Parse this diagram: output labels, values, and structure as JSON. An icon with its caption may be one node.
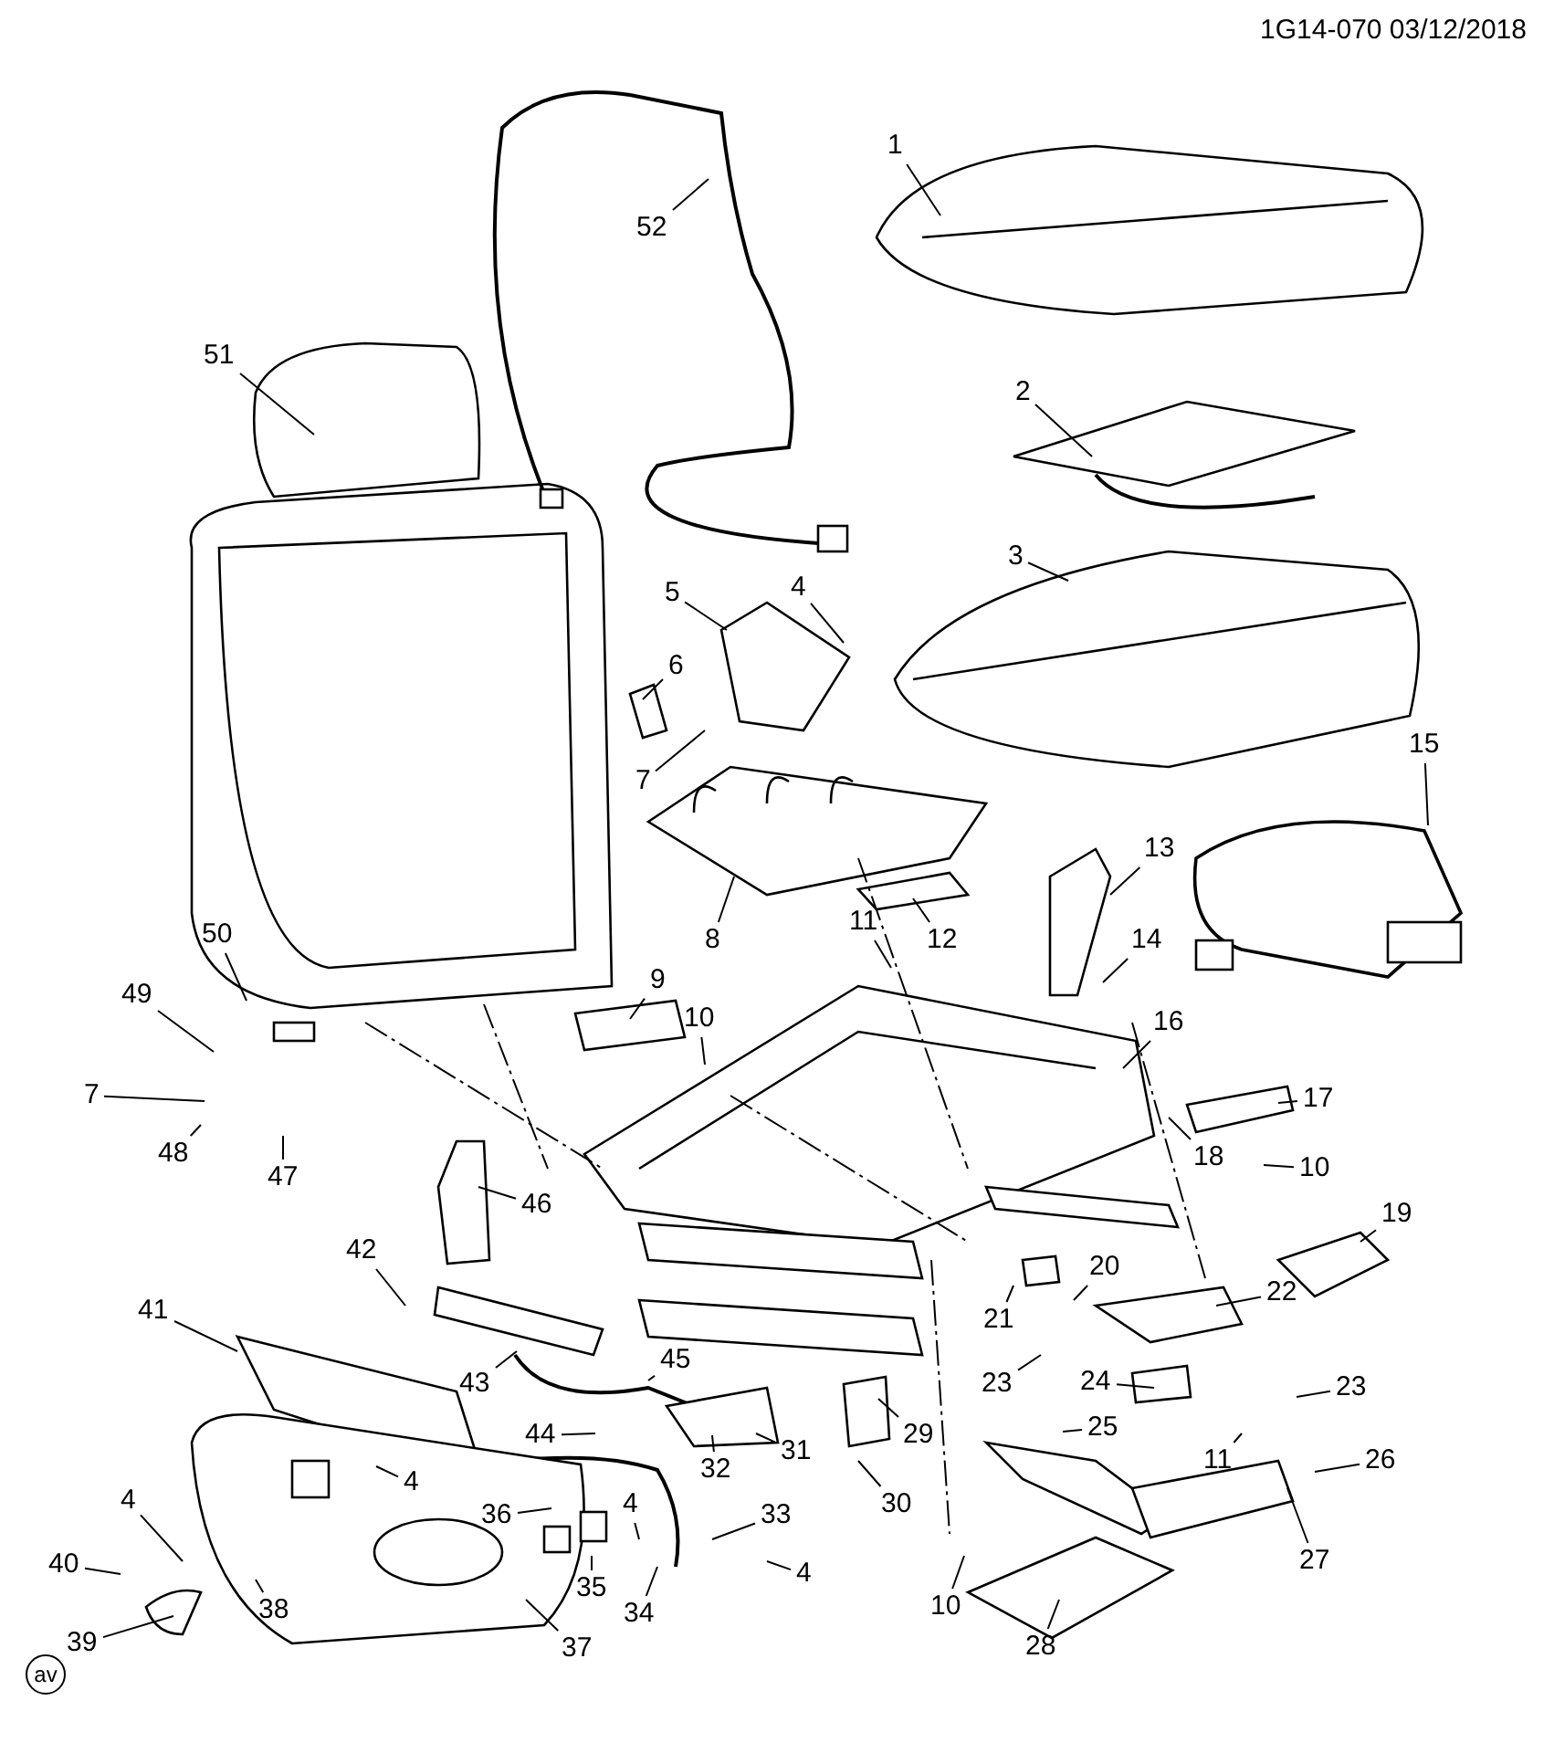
{
  "diagram": {
    "nodes": [
      {
        "text": [
          "1"
        ]
      },
      {
        "text": [
          "52"
        ]
      },
      {
        "text": [
          "51"
        ]
      },
      {
        "text": [
          "2"
        ]
      },
      {
        "text": [
          "4"
        ]
      },
      {
        "text": [
          "3"
        ]
      },
      {
        "text": [
          "5"
        ]
      },
      {
        "text": [
          "6"
        ]
      },
      {
        "text": [
          "15"
        ]
      },
      {
        "text": [
          "7"
        ]
      },
      {
        "text": [
          "13"
        ]
      },
      {
        "text": [
          "11"
        ]
      },
      {
        "text": [
          "8"
        ]
      },
      {
        "text": [
          "12"
        ]
      },
      {
        "text": [
          "50"
        ]
      },
      {
        "text": [
          "14"
        ]
      },
      {
        "text": [
          "9"
        ]
      },
      {
        "text": [
          "49"
        ]
      },
      {
        "text": [
          "10"
        ]
      },
      {
        "text": [
          "16"
        ]
      },
      {
        "text": [
          "7"
        ]
      },
      {
        "text": [
          "17"
        ]
      },
      {
        "text": [
          "18"
        ]
      },
      {
        "text": [
          "48"
        ]
      },
      {
        "text": [
          "10"
        ]
      },
      {
        "text": [
          "47"
        ]
      },
      {
        "text": [
          "46"
        ]
      },
      {
        "text": [
          "19"
        ]
      },
      {
        "text": [
          "42"
        ]
      },
      {
        "text": [
          "20"
        ]
      },
      {
        "text": [
          "22"
        ]
      },
      {
        "text": [
          "41"
        ]
      },
      {
        "text": [
          "21"
        ]
      },
      {
        "text": [
          "45"
        ]
      },
      {
        "text": [
          "43"
        ]
      },
      {
        "text": [
          "23"
        ]
      },
      {
        "text": [
          "24"
        ]
      },
      {
        "text": [
          "23"
        ]
      },
      {
        "text": [
          "29"
        ]
      },
      {
        "text": [
          "25"
        ]
      },
      {
        "text": [
          "44"
        ]
      },
      {
        "text": [
          "31"
        ]
      },
      {
        "text": [
          "26"
        ]
      },
      {
        "text": [
          "11"
        ]
      },
      {
        "text": [
          "32"
        ]
      },
      {
        "text": [
          "4"
        ]
      },
      {
        "text": [
          "4"
        ]
      },
      {
        "text": [
          "4"
        ]
      },
      {
        "text": [
          "30"
        ]
      },
      {
        "text": [
          "33"
        ]
      },
      {
        "text": [
          "36"
        ]
      },
      {
        "text": [
          "27"
        ]
      },
      {
        "text": [
          "40"
        ]
      },
      {
        "text": [
          "4"
        ]
      },
      {
        "text": [
          "35"
        ]
      },
      {
        "text": [
          "10"
        ]
      },
      {
        "text": [
          "38"
        ]
      },
      {
        "text": [
          "34"
        ]
      },
      {
        "text": [
          "39"
        ]
      },
      {
        "text": [
          "37"
        ]
      },
      {
        "text": [
          "28"
        ]
      }
    ],
    "edges": [
      {
        "from": 0,
        "to": null,
        "arrow": "none"
      },
      {
        "from": 1,
        "to": null,
        "arrow": "none"
      },
      {
        "from": 2,
        "to": null,
        "arrow": "none"
      },
      {
        "from": 3,
        "to": null,
        "arrow": "none"
      },
      {
        "from": 4,
        "to": null,
        "arrow": "none"
      },
      {
        "from": 5,
        "to": null,
        "arrow": "none"
      },
      {
        "from": 6,
        "to": null,
        "arrow": "none"
      },
      {
        "from": 7,
        "to": null,
        "arrow": "none"
      },
      {
        "from": 8,
        "to": null,
        "arrow": "none"
      },
      {
        "from": 9,
        "to": null,
        "arrow": "none"
      },
      {
        "from": 10,
        "to": null,
        "arrow": "none"
      },
      {
        "from": 11,
        "to": null,
        "arrow": "none"
      },
      {
        "from": 12,
        "to": null,
        "arrow": "none"
      },
      {
        "from": 13,
        "to": null,
        "arrow": "none"
      },
      {
        "from": 14,
        "to": null,
        "arrow": "none"
      },
      {
        "from": 15,
        "to": null,
        "arrow": "none"
      },
      {
        "from": 16,
        "to": null,
        "arrow": "none"
      },
      {
        "from": 17,
        "to": null,
        "arrow": "none"
      },
      {
        "from": 18,
        "to": null,
        "arrow": "none"
      },
      {
        "from": 19,
        "to": null,
        "arrow": "none"
      },
      {
        "from": 20,
        "to": null,
        "arrow": "none"
      },
      {
        "from": 21,
        "to": null,
        "arrow": "none"
      },
      {
        "from": 22,
        "to": null,
        "arrow": "none"
      },
      {
        "from": 23,
        "to": null,
        "arrow": "none"
      },
      {
        "from": 24,
        "to": null,
        "arrow": "none"
      },
      {
        "from": 25,
        "to": null,
        "arrow": "none"
      },
      {
        "from": 26,
        "to": null,
        "arrow": "none"
      },
      {
        "from": 27,
        "to": null,
        "arrow": "none"
      },
      {
        "from": 28,
        "to": null,
        "arrow": "none"
      },
      {
        "from": 29,
        "to": null,
        "arrow": "none"
      },
      {
        "from": 30,
        "to": null,
        "arrow": "none"
      },
      {
        "from": 31,
        "to": null,
        "arrow": "none"
      },
      {
        "from": 32,
        "to": null,
        "arrow": "none"
      },
      {
        "from": 33,
        "to": null,
        "arrow": "none"
      },
      {
        "from": 34,
        "to": null,
        "arrow": "none"
      },
      {
        "from": 35,
        "to": null,
        "arrow": "none"
      },
      {
        "from": 36,
        "to": null,
        "arrow": "none"
      },
      {
        "from": 37,
        "to": null,
        "arrow": "none"
      },
      {
        "from": 38,
        "to": null,
        "arrow": "none"
      },
      {
        "from": 39,
        "to": null,
        "arrow": "none"
      },
      {
        "from": 40,
        "to": null,
        "arrow": "none"
      },
      {
        "from": 41,
        "to": null,
        "arrow": "none"
      },
      {
        "from": 42,
        "to": null,
        "arrow": "none"
      },
      {
        "from": 43,
        "to": null,
        "arrow": "none"
      },
      {
        "from": 44,
        "to": null,
        "arrow": "none"
      },
      {
        "from": 45,
        "to": null,
        "arrow": "none"
      },
      {
        "from": 46,
        "to": null,
        "arrow": "none"
      },
      {
        "from": 47,
        "to": null,
        "arrow": "none"
      },
      {
        "from": 48,
        "to": null,
        "arrow": "none"
      },
      {
        "from": 49,
        "to": null,
        "arrow": "none"
      },
      {
        "from": 50,
        "to": null,
        "arrow": "none"
      },
      {
        "from": 51,
        "to": null,
        "arrow": "none"
      },
      {
        "from": 52,
        "to": null,
        "arrow": "none"
      },
      {
        "from": 53,
        "to": null,
        "arrow": "none"
      },
      {
        "from": 54,
        "to": null,
        "arrow": "none"
      },
      {
        "from": 55,
        "to": null,
        "arrow": "none"
      },
      {
        "from": 56,
        "to": null,
        "arrow": "none"
      },
      {
        "from": 57,
        "to": null,
        "arrow": "none"
      },
      {
        "from": 58,
        "to": null,
        "arrow": "none"
      },
      {
        "from": 59,
        "to": null,
        "arrow": "none"
      },
      {
        "from": 60,
        "to": null,
        "arrow": "none"
      }
    ],
    "labels": [
      "1G14-070 03/12/2018",
      "av"
    ]
  }
}
